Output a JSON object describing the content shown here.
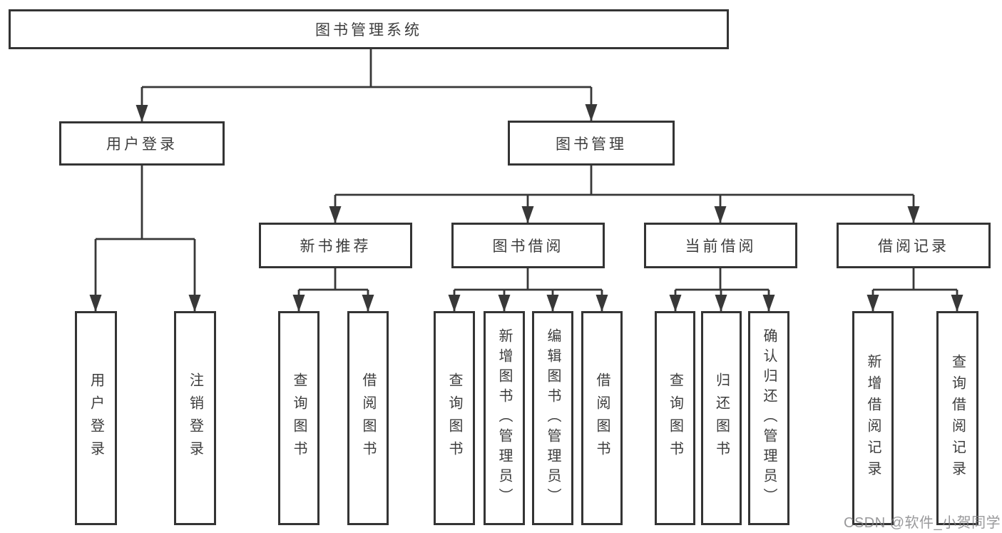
{
  "d": {
    "root": "图书管理系统",
    "level2": [
      "用户登录",
      "图书管理"
    ],
    "level3": [
      "新书推荐",
      "图书借阅",
      "当前借阅",
      "借阅记录"
    ],
    "groups": {
      "login": [
        "用户登录",
        "注销登录"
      ],
      "recommend": [
        "查询图书",
        "借阅图书"
      ],
      "borrow": [
        "查询图书",
        "新增图书（管理员）",
        "编辑图书（管理员）",
        "借阅图书"
      ],
      "current": [
        "查询图书",
        "归还图书",
        "确认归还（管理员）"
      ],
      "records": [
        "新增借阅记录",
        "查询借阅记录"
      ]
    },
    "watermark": "CSDN @软件_小贺同学",
    "colors": {
      "line": "#383838",
      "border": "#343434",
      "text": "#3d3d3d",
      "watermark": "#808082",
      "background": "#ffffff"
    }
  }
}
